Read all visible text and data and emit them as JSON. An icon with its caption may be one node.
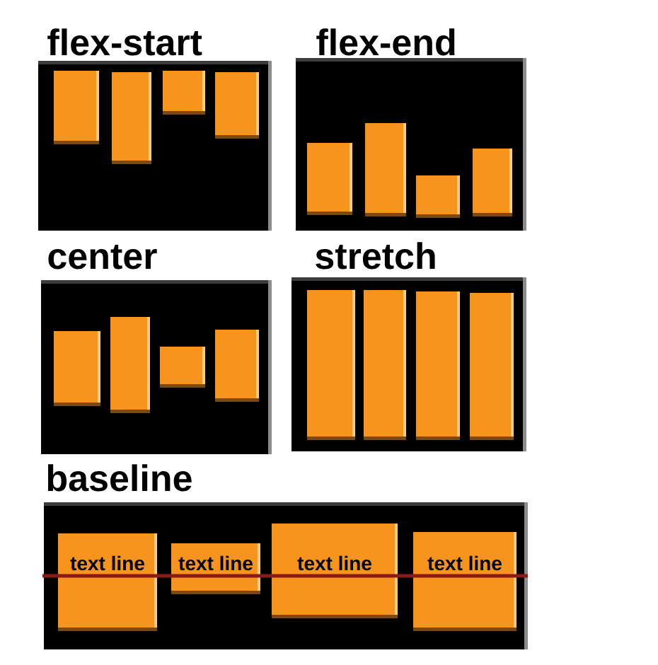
{
  "diagram": {
    "nodes": [
      {
        "text": [
          "flex-start"
        ]
      },
      {
        "text": [],
        "shape": "box",
        "in": 0
      },
      {
        "text": [],
        "shape": "box",
        "in": 0
      },
      {
        "text": [],
        "shape": "box",
        "in": 0
      },
      {
        "text": [],
        "shape": "box",
        "in": 0
      },
      {
        "text": [
          "flex-end"
        ]
      },
      {
        "text": [],
        "shape": "box",
        "in": 5
      },
      {
        "text": [],
        "shape": "box",
        "in": 5
      },
      {
        "text": [],
        "shape": "box",
        "in": 5
      },
      {
        "text": [],
        "shape": "box",
        "in": 5
      },
      {
        "text": [
          "center"
        ]
      },
      {
        "text": [],
        "shape": "box",
        "in": 10
      },
      {
        "text": [],
        "shape": "box",
        "in": 10
      },
      {
        "text": [],
        "shape": "box",
        "in": 10
      },
      {
        "text": [],
        "shape": "box",
        "in": 10
      },
      {
        "text": [
          "stretch"
        ]
      },
      {
        "text": [],
        "shape": "box",
        "in": 15
      },
      {
        "text": [],
        "shape": "box",
        "in": 15
      },
      {
        "text": [],
        "shape": "box",
        "in": 15
      },
      {
        "text": [],
        "shape": "box",
        "in": 15
      },
      {
        "text": [
          "baseline"
        ]
      },
      {
        "text": [
          "text line"
        ],
        "in": 20
      },
      {
        "text": [
          "text line"
        ],
        "in": 20
      },
      {
        "text": [
          "text line"
        ],
        "in": 20
      },
      {
        "text": [
          "text line"
        ],
        "in": 20
      }
    ]
  }
}
